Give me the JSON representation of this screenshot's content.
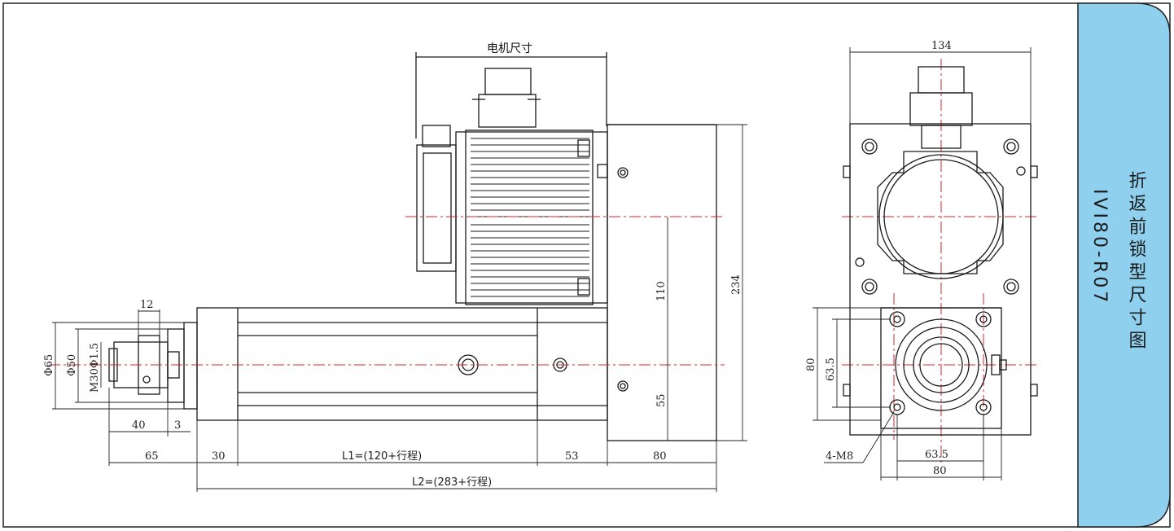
{
  "drawing": {
    "title_top": "电机尺寸",
    "side_title": "折返前锁型尺寸图",
    "side_code": "IVI80-R07",
    "colors": {
      "side_panel": "#8fd0ef",
      "centerline": "#d9262c",
      "line": "#1a1a1a"
    }
  },
  "dims": {
    "d134": "134",
    "d234": "234",
    "d110": "110",
    "d55": "55",
    "d12": "12",
    "phi65": "Φ65",
    "phi50": "Φ50",
    "m30": "M30Φ1.5",
    "d40": "40",
    "d3": "3",
    "d65": "65",
    "d30": "30",
    "l1": "L1=(120+行程)",
    "d53": "53",
    "d80a": "80",
    "l2": "L2=(283+行程)",
    "d80v": "80",
    "d63v": "63.5",
    "m8": "4-M8",
    "d63h": "63.5",
    "d80h": "80"
  }
}
